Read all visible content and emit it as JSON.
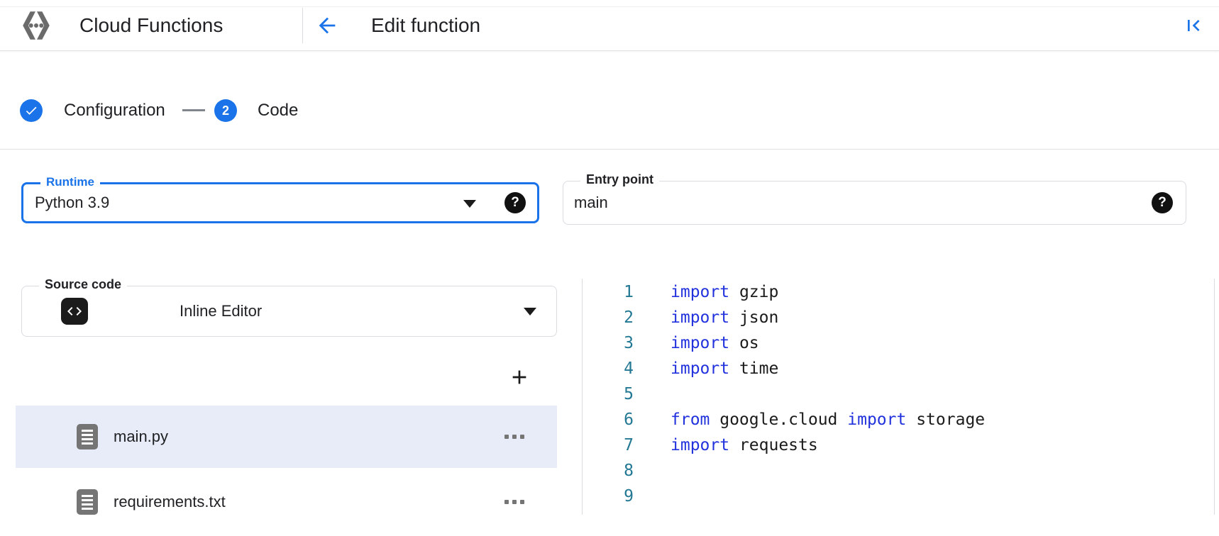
{
  "header": {
    "product": "Cloud Functions",
    "title": "Edit function"
  },
  "stepper": {
    "step1": {
      "label": "Configuration",
      "state": "complete"
    },
    "step2": {
      "number": "2",
      "label": "Code",
      "state": "current"
    }
  },
  "fields": {
    "runtime": {
      "label": "Runtime",
      "value": "Python 3.9"
    },
    "entry_point": {
      "label": "Entry point",
      "value": "main"
    },
    "source_code": {
      "label": "Source code",
      "value": "Inline Editor"
    }
  },
  "icons": {
    "help_glyph": "?"
  },
  "files": [
    {
      "name": "main.py",
      "selected": true
    },
    {
      "name": "requirements.txt",
      "selected": false
    }
  ],
  "editor": {
    "lines": [
      {
        "num": "1",
        "tokens": [
          [
            "import",
            "kw"
          ],
          [
            " gzip",
            "pl"
          ]
        ]
      },
      {
        "num": "2",
        "tokens": [
          [
            "import",
            "kw"
          ],
          [
            " json",
            "pl"
          ]
        ]
      },
      {
        "num": "3",
        "tokens": [
          [
            "import",
            "kw"
          ],
          [
            " os",
            "pl"
          ]
        ]
      },
      {
        "num": "4",
        "tokens": [
          [
            "import",
            "kw"
          ],
          [
            " time",
            "pl"
          ]
        ]
      },
      {
        "num": "5",
        "tokens": []
      },
      {
        "num": "6",
        "tokens": [
          [
            "from",
            "kw"
          ],
          [
            " google.cloud ",
            "pl"
          ],
          [
            "import",
            "kw"
          ],
          [
            " storage",
            "pl"
          ]
        ]
      },
      {
        "num": "7",
        "tokens": [
          [
            "import",
            "kw"
          ],
          [
            " requests",
            "pl"
          ]
        ]
      },
      {
        "num": "8",
        "tokens": []
      },
      {
        "num": "9",
        "tokens": []
      }
    ]
  },
  "colors": {
    "accent": "#1a73e8",
    "keyword": "#2232dd",
    "line_number": "#237893",
    "selected_row": "#e8ecf8",
    "icon_gray": "#757575"
  }
}
